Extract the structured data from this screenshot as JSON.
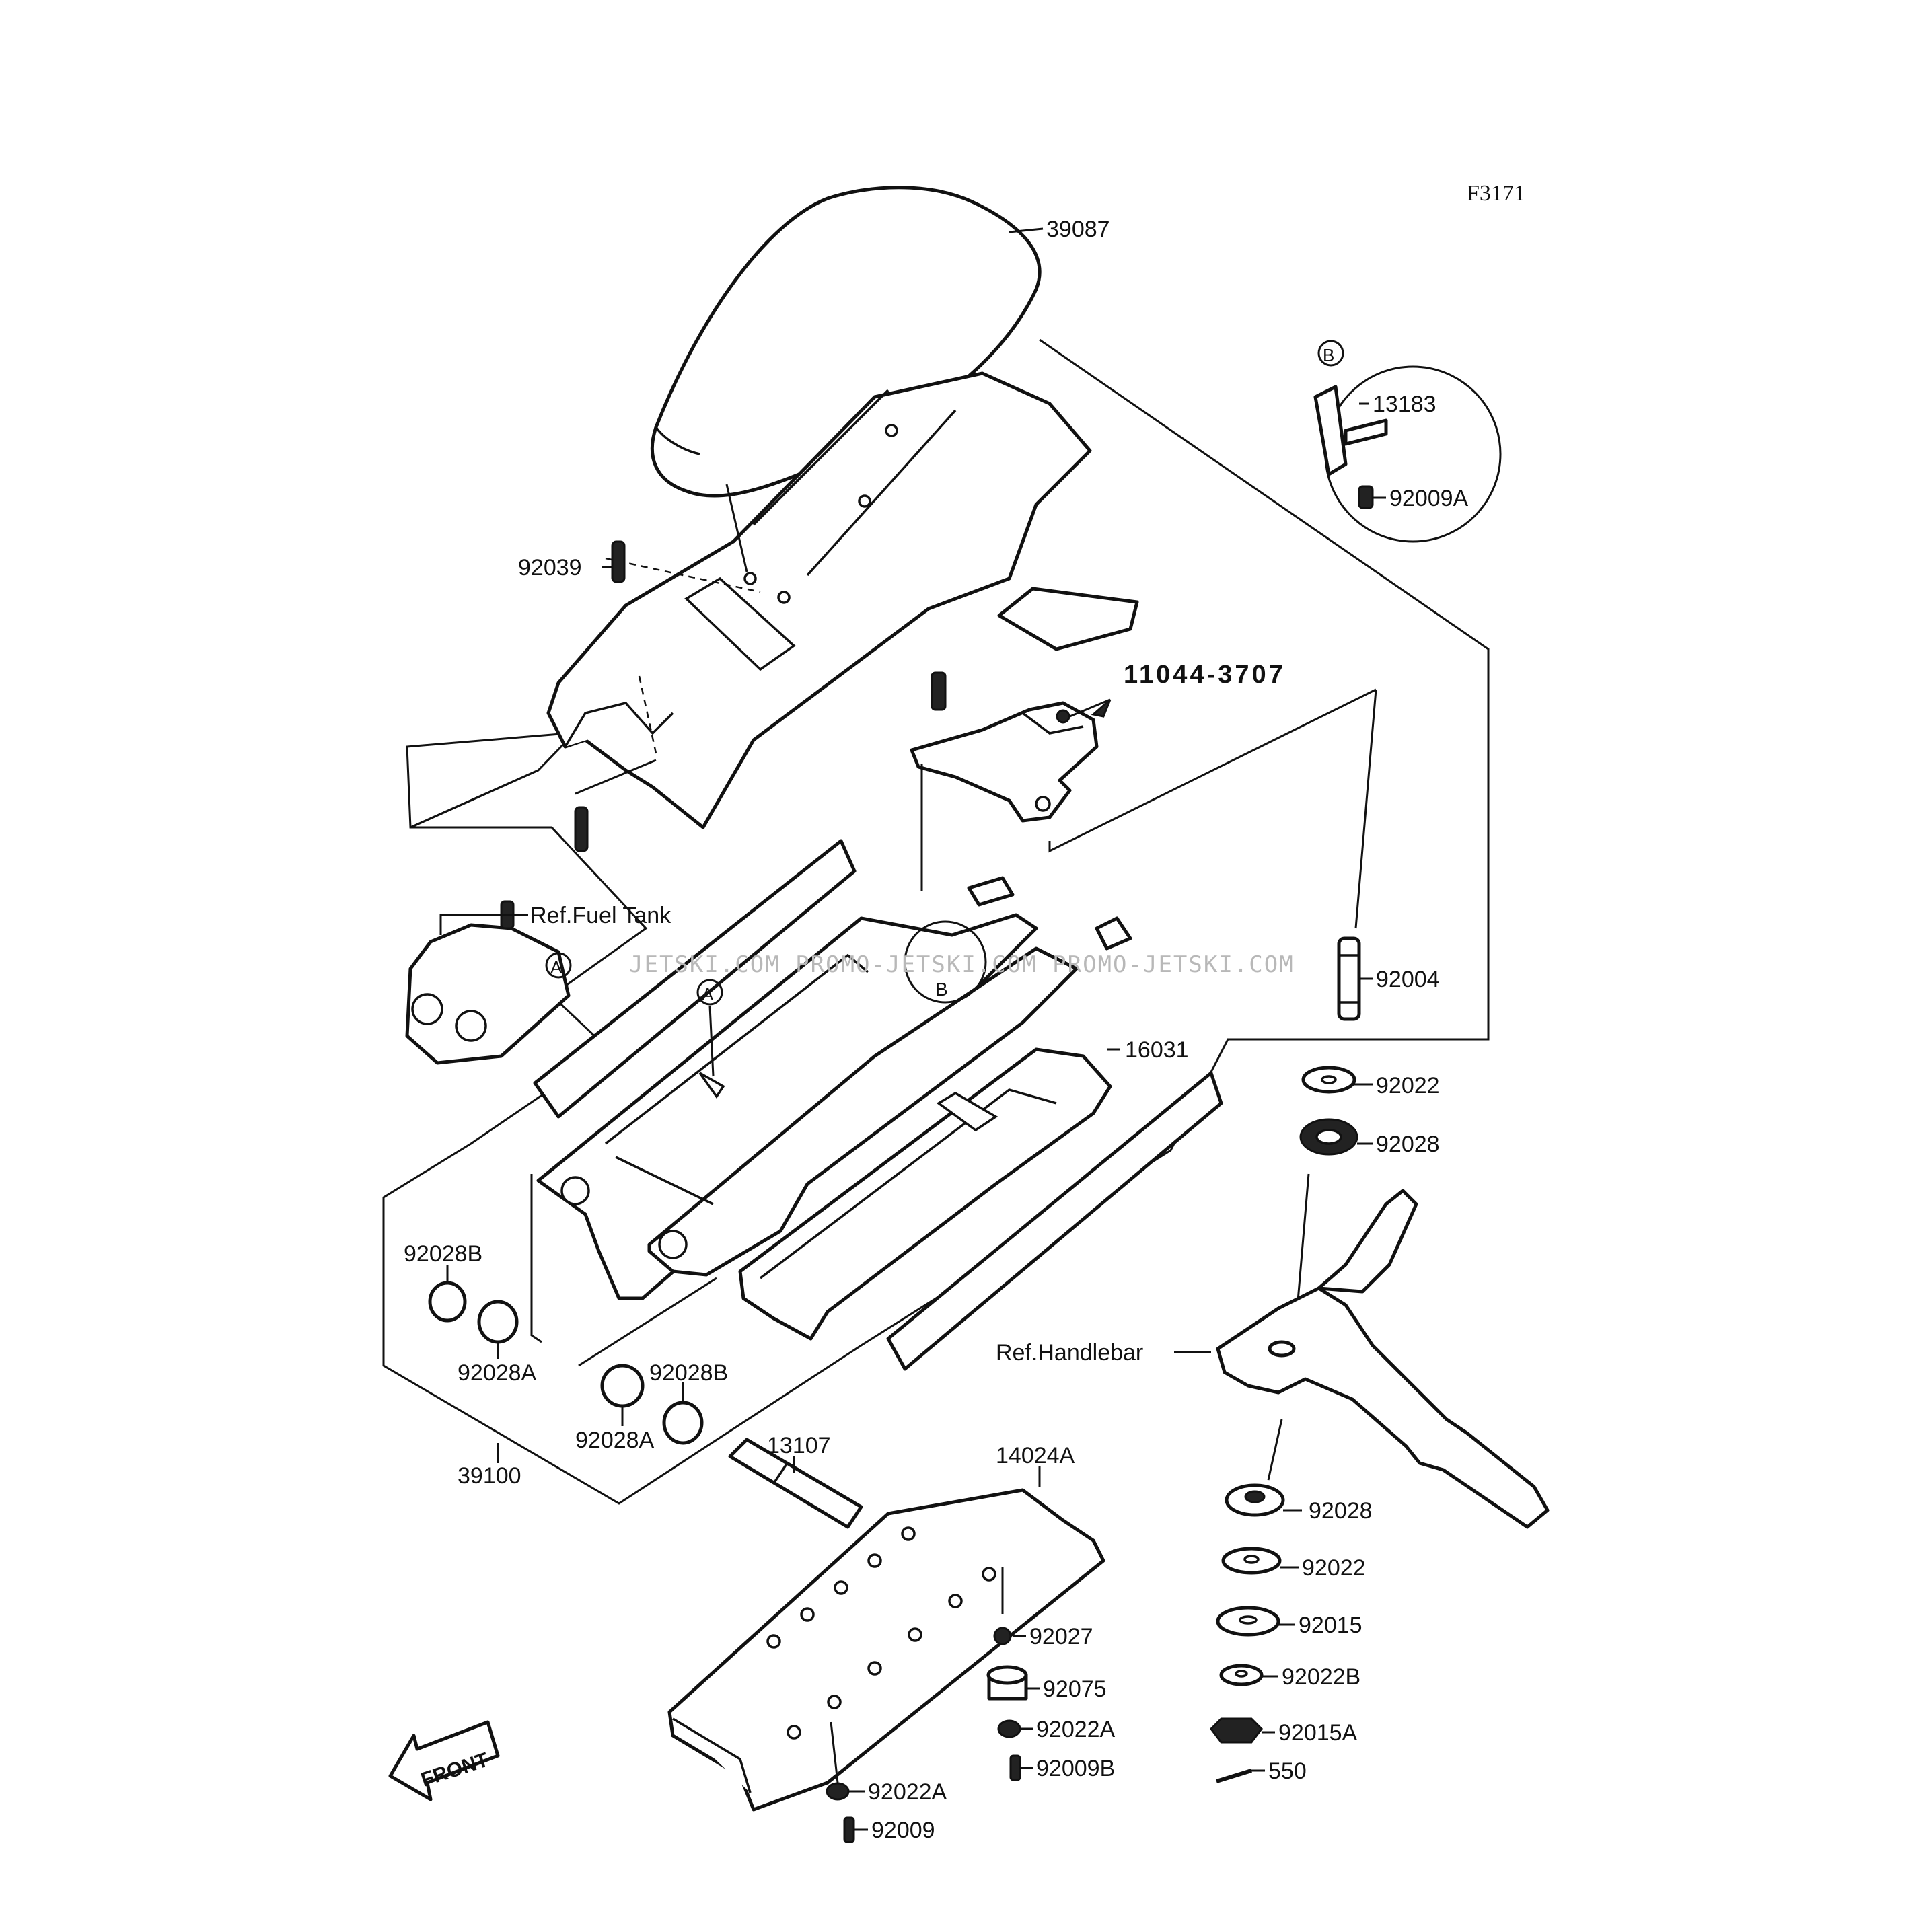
{
  "figure_code": "F3171",
  "watermark": "JETSKI.COM  PROMO-JETSKI.COM  PROMO-JETSKI.COM",
  "callouts": {
    "a": "A",
    "b": "B"
  },
  "front_arrow_label": "FRONT",
  "labels": {
    "p39087": "39087",
    "p13183": "13183",
    "p92009A": "92009A",
    "p92039": "92039",
    "p11044_3707": "11044-3707",
    "ref_fuel_tank": "Ref.Fuel Tank",
    "p92004": "92004",
    "p16031": "16031",
    "p92022_top": "92022",
    "p92028_top": "92028",
    "p92028B_left": "92028B",
    "p92028A_left": "92028A",
    "p92028B_mid": "92028B",
    "p92028A_mid": "92028A",
    "ref_handlebar": "Ref.Handlebar",
    "p39100": "39100",
    "p13107": "13107",
    "p14024A": "14024A",
    "p92028_bot": "92028",
    "p92022_bot": "92022",
    "p92015": "92015",
    "p92022B": "92022B",
    "p92027": "92027",
    "p92075": "92075",
    "p92022A_right": "92022A",
    "p92009B": "92009B",
    "p92015A": "92015A",
    "p550": "550",
    "p92022A_bot": "92022A",
    "p92009": "92009"
  }
}
